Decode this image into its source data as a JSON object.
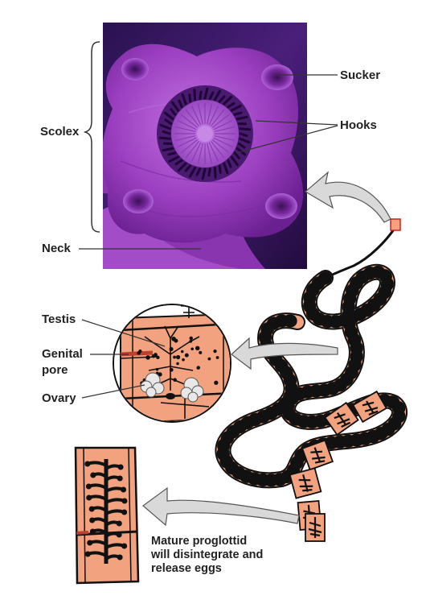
{
  "labels": {
    "scolex": "Scolex",
    "neck": "Neck",
    "sucker": "Sucker",
    "hooks": "Hooks",
    "testis": "Testis",
    "genital_pore_line1": "Genital",
    "genital_pore_line2": "pore",
    "ovary": "Ovary"
  },
  "caption": {
    "line1": "Mature proglottid",
    "line2": "will disintegrate and",
    "line3": "release eggs"
  },
  "colors": {
    "scolex_purple": "#9b3fc0",
    "scolex_dark": "#3a1a6a",
    "proglottid_fill": "#f2a27e",
    "outline": "#111111",
    "arrow_fill": "#d9d9d9"
  }
}
